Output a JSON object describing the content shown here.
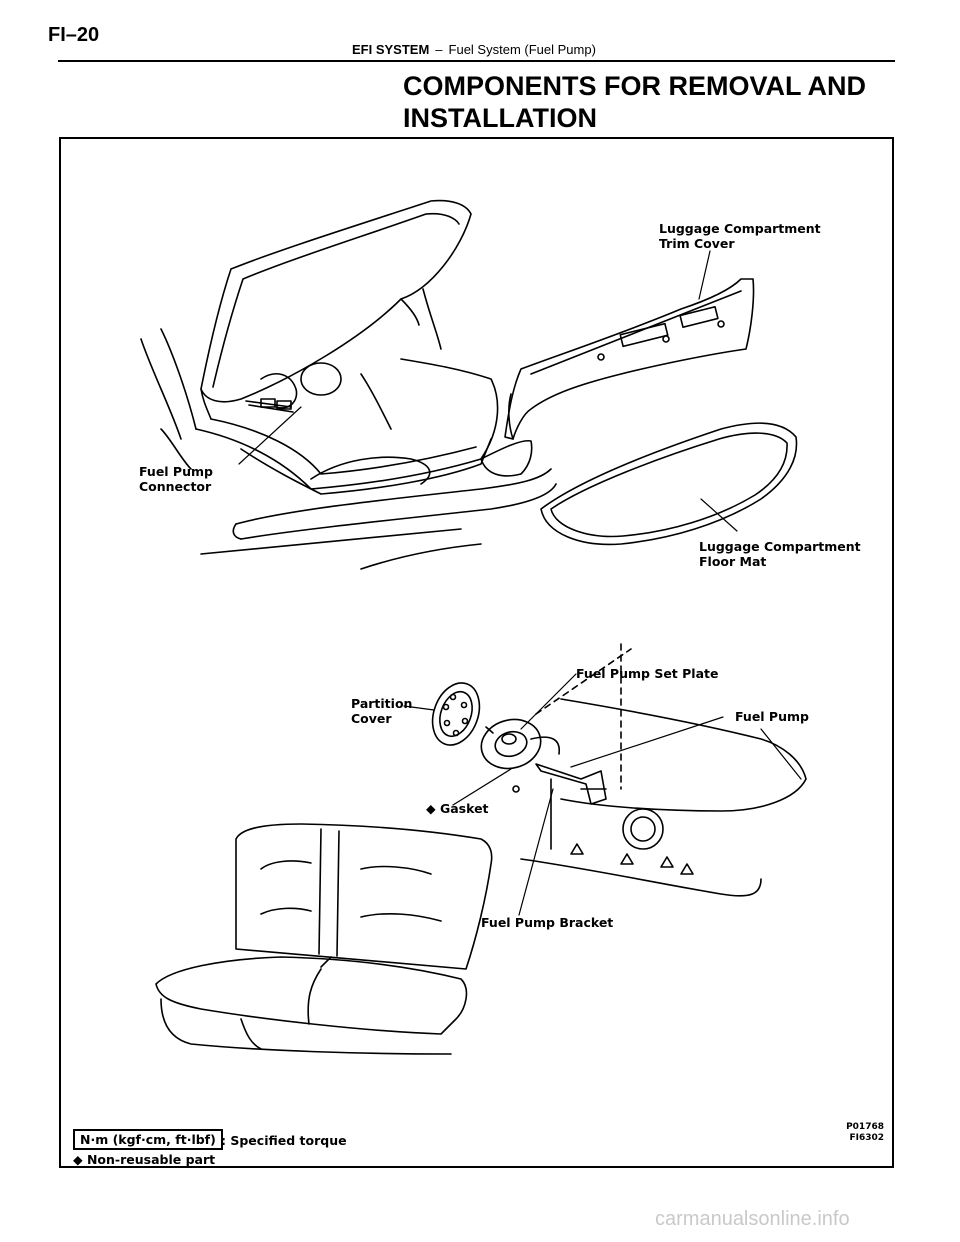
{
  "header": {
    "page_number": "FI–20",
    "section": "EFI SYSTEM",
    "separator": "–",
    "subsection": "Fuel System (Fuel Pump)"
  },
  "title_line1": "COMPONENTS FOR REMOVAL AND",
  "title_line2": "INSTALLATION",
  "labels": {
    "trim_cover_1": "Luggage Compartment",
    "trim_cover_2": "Trim Cover",
    "connector_1": "Fuel Pump",
    "connector_2": "Connector",
    "floor_mat_1": "Luggage Compartment",
    "floor_mat_2": "Floor Mat",
    "set_plate": "Fuel Pump Set Plate",
    "partition_1": "Partition",
    "partition_2": "Cover",
    "fuel_pump": "Fuel Pump",
    "gasket": "◆ Gasket",
    "bracket": "Fuel Pump Bracket"
  },
  "legend": {
    "torque_unit": "N·m (kgf·cm, ft·lbf)",
    "torque_text": ":  Specified torque",
    "non_reusable": "◆ Non-reusable part"
  },
  "figure_code_1": "P01768",
  "figure_code_2": "FI6302",
  "watermark": "carmanualsonline.info"
}
